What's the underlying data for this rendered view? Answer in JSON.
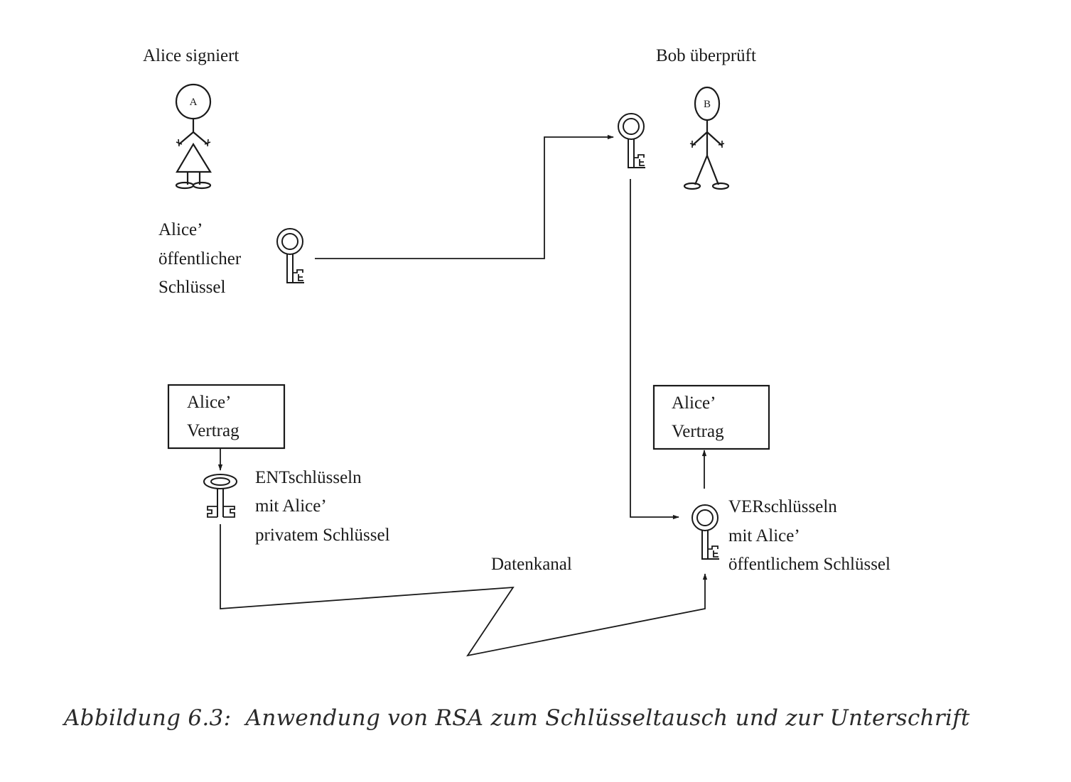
{
  "actors": {
    "alice": {
      "title": "Alice signiert",
      "head_letter": "A"
    },
    "bob": {
      "title": "Bob überprüft",
      "head_letter": "B"
    }
  },
  "public_key_label": {
    "lines": [
      "Alice’",
      "öffentlicher",
      "Schlüssel"
    ]
  },
  "documents": {
    "left": {
      "lines": [
        "Alice’",
        "Vertrag"
      ]
    },
    "right": {
      "lines": [
        "Alice’",
        "Vertrag"
      ]
    }
  },
  "steps": {
    "decrypt": {
      "lines": [
        "ENTschlüsseln",
        "mit Alice’",
        "privatem Schlüssel"
      ]
    },
    "encrypt": {
      "lines": [
        "VERschlüsseln",
        "mit Alice’",
        "öffentlichem Schlüssel"
      ]
    }
  },
  "channel": {
    "label": "Datenkanal"
  },
  "caption": "Abbildung 6.3:  Anwendung von RSA zum Schlüsseltausch und zur Unterschrift",
  "icons": {
    "alice_figure": "stick-figure-female",
    "bob_figure": "stick-figure-male",
    "public_key": "key-ring",
    "private_key": "key-oval"
  }
}
